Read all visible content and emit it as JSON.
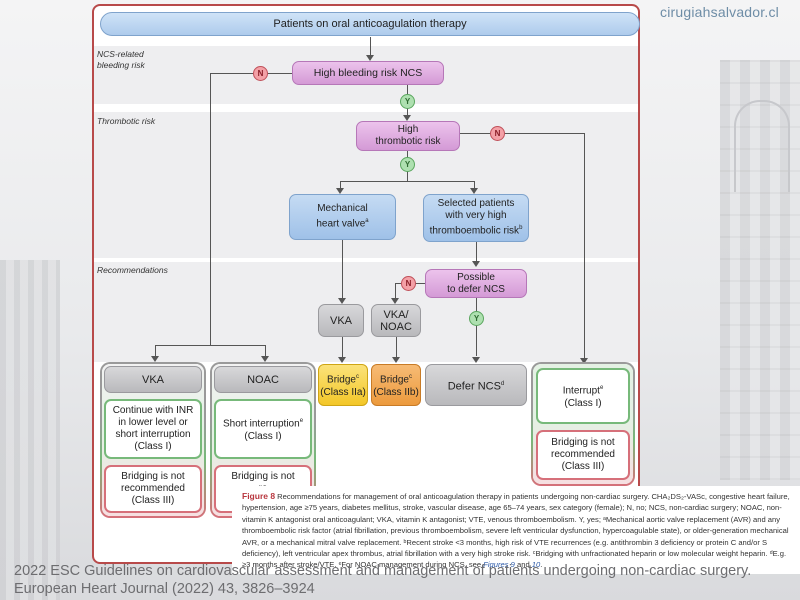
{
  "brand": "cirugiahsalvador.cl",
  "sections": {
    "bleeding": "NCS-related\nbleeding risk",
    "thrombotic": "Thrombotic risk",
    "recommendations": "Recommendations"
  },
  "nodes": {
    "top": "Patients on oral anticoagulation therapy",
    "high_bleeding": "High bleeding risk NCS",
    "high_thrombotic": "High\nthrombotic risk",
    "mech_valve": "Mechanical\nheart valve",
    "mech_valve_sup": "a",
    "selected": "Selected patients\nwith very high\nthromboembolic risk",
    "selected_sup": "b",
    "defer_possible": "Possible\nto defer NCS",
    "vka_mid": "VKA",
    "vka_noac_mid": "VKA/\nNOAC",
    "bridge1": "Bridge",
    "bridge1_sup": "c",
    "bridge1_class": "(Class IIa)",
    "bridge2": "Bridge",
    "bridge2_sup": "c",
    "bridge2_class": "(Class IIb)",
    "defer_ncs": "Defer NCS",
    "defer_ncs_sup": "d",
    "vka_head": "VKA",
    "vka_continue": "Continue with INR\nin lower level or\nshort interruption\n(Class I)",
    "vka_bridging": "Bridging is not\nrecommended\n(Class III)",
    "noac_head": "NOAC",
    "noac_short": "Short interruption",
    "noac_short_sup": "e",
    "noac_short_class": "(Class I)",
    "noac_bridging": "Bridging is not\nre",
    "interrupt": "Interrupt",
    "interrupt_sup": "e",
    "interrupt_class": "(Class I)",
    "interrupt_bridging": "Bridging is not\nrecommended\n(Class III)"
  },
  "badges": {
    "no": "N",
    "yes": "Y"
  },
  "caption": {
    "fig_label": "Figure 8",
    "text": " Recommendations for management of oral anticoagulation therapy in patients undergoing non-cardiac surgery. CHA₂DS₂-VASc, congestive heart failure, hypertension, age ≥75 years, diabetes mellitus, stroke, vascular disease, age 65–74 years, sex category (female); N, no; NCS, non-cardiac surgery; NOAC, non-vitamin K antagonist oral anticoagulant; VKA, vitamin K antagonist; VTE, venous thromboembolism. Y, yes; ᵃMechanical aortic valve replacement (AVR) and any thromboembolic risk factor (atrial fibrillation, previous thromboembolism, severe left ventricular dysfunction, hypercoagulable state), or older-generation mechanical AVR, or a mechanical mitral valve replacement. ᵇRecent stroke <3 months, high risk of VTE recurrences (e.g. antithrombin 3 deficiency or protein C and/or S deficiency), left ventricular apex thrombus, atrial fibrillation with a very high stroke risk. ᶜBridging with unfractionated heparin or low molecular weight heparin. ᵈE.g. ≥3 months after stroke/VTE. ᵉFor NOAC management during NCS, see ",
    "ref1": "Figures 9",
    "and": " and ",
    "ref2": "10",
    "end": "."
  },
  "citation": [
    "2022 ESC Guidelines on cardiovascular assessment and management of patients undergoing non-cardiac surgery.",
    "European Heart Journal (2022) 43, 3826–3924"
  ],
  "colors": {
    "frame": "#b84a4a",
    "purple": "#d49ad6",
    "blue": "#9fc1e8",
    "gray": "#b9b9bc",
    "yellow": "#f3c728",
    "orange": "#ec9a3d",
    "green": "#77b97a",
    "red": "#d6707a"
  }
}
